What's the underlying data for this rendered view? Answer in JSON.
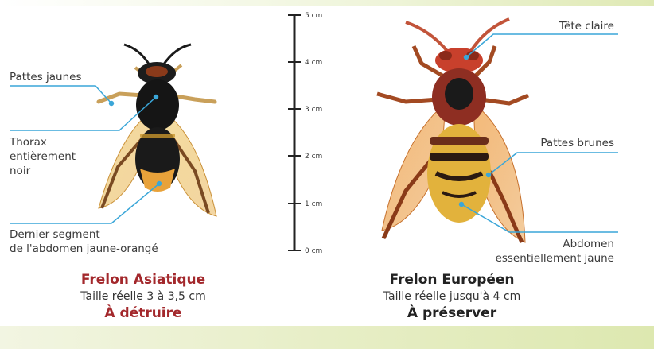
{
  "asian": {
    "labels": {
      "legs": "Pattes jaunes",
      "thorax_1": "Thorax",
      "thorax_2": "entièrement",
      "thorax_3": "noir",
      "segment_1": "Dernier segment",
      "segment_2": "de l'abdomen jaune-orangé"
    },
    "name": "Frelon Asiatique",
    "size": "Taille réelle 3 à 3,5 cm",
    "action": "À détruire",
    "color": "#a3282c"
  },
  "european": {
    "labels": {
      "head": "Tête claire",
      "legs": "Pattes brunes",
      "abdomen_1": "Abdomen",
      "abdomen_2": "essentiellement jaune"
    },
    "name": "Frelon Européen",
    "size": "Taille réelle jusqu'à 4 cm",
    "action": "À préserver",
    "color": "#222222"
  },
  "scale": {
    "ticks": [
      "5 cm",
      "4 cm",
      "3 cm",
      "2 cm",
      "1 cm",
      "0 cm"
    ]
  },
  "colors": {
    "leader_line": "#3aa6d8",
    "ruler": "#222222"
  }
}
